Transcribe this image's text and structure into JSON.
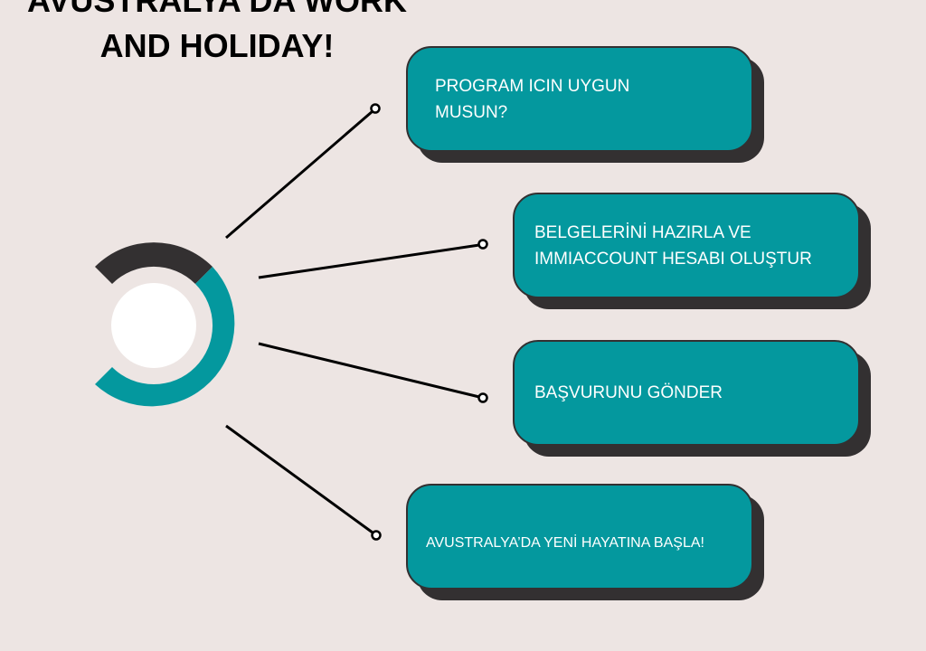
{
  "title": {
    "line1": "AVUSTRALYA'DA WORK",
    "line2": "AND HOLIDAY!"
  },
  "colors": {
    "teal": "#04989e",
    "dark": "#333031",
    "background": "#ede5e3"
  },
  "steps": [
    {
      "text": "PROGRAM ICIN UYGUN MUSUN?"
    },
    {
      "text": "BELGELERİNİ HAZIRLA VE IMMIACCOUNT HESABI OLUŞTUR"
    },
    {
      "text": "BAŞVURUNU GÖNDER"
    },
    {
      "text": "AVUSTRALYA’DA YENİ HAYATINA BAŞLA!"
    }
  ]
}
